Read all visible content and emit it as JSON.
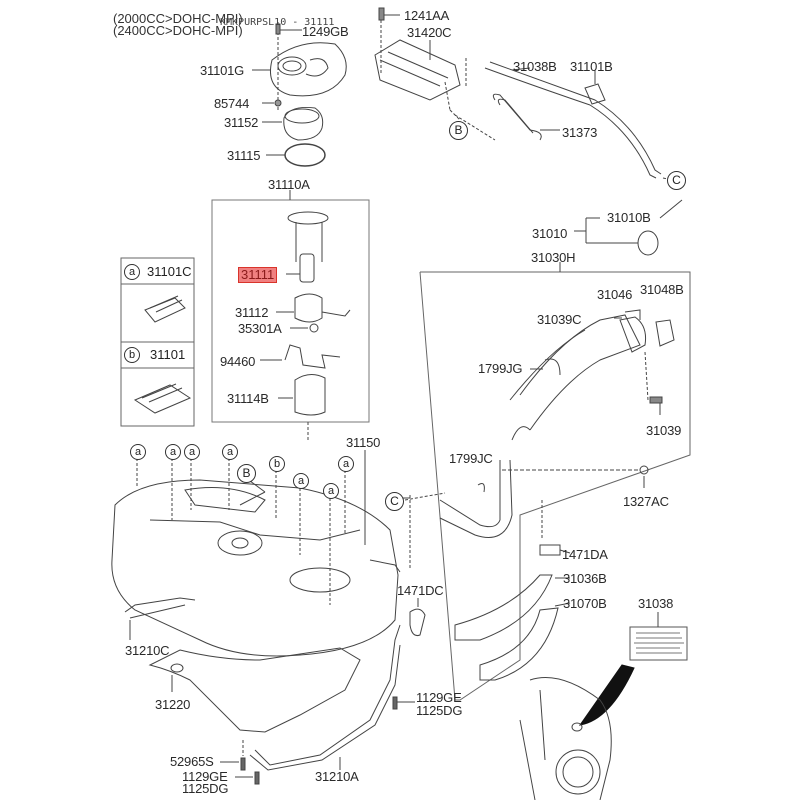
{
  "header": {
    "line1": "(2000CC>DOHC-MPI)",
    "line2": "(2400CC>DOHC-MPI)",
    "overlay_text": "KMKPURPSL10 - 31111"
  },
  "highlight": {
    "part": "31111",
    "color": "#f08080",
    "border": "#d9342b"
  },
  "legend": [
    {
      "marker": "a",
      "part": "31101C"
    },
    {
      "marker": "b",
      "part": "31101"
    }
  ],
  "callouts": {
    "B": "B",
    "C": "C",
    "a": "a",
    "b": "b"
  },
  "parts": {
    "p1249GB": "1249GB",
    "p31101G": "31101G",
    "p85744": "85744",
    "p31152": "31152",
    "p31115": "31115",
    "p31110A": "31110A",
    "p31111": "31111",
    "p31112": "31112",
    "p35301A": "35301A",
    "p94460": "94460",
    "p31114B": "31114B",
    "p1241AA": "1241AA",
    "p31420C": "31420C",
    "p31038B": "31038B",
    "p31101B": "31101B",
    "p31373": "31373",
    "p31010B": "31010B",
    "p31010": "31010",
    "p31030H": "31030H",
    "p31046": "31046",
    "p31048B": "31048B",
    "p31039C": "31039C",
    "p1799JG": "1799JG",
    "p31039": "31039",
    "p1799JC": "1799JC",
    "p1327AC": "1327AC",
    "p31150": "31150",
    "p1471DA": "1471DA",
    "p31036B": "31036B",
    "p31070B": "31070B",
    "p1471DC": "1471DC",
    "p31038": "31038",
    "p31210C": "31210C",
    "p31220": "31220",
    "p1129GE_a": "1129GE",
    "p1125DG_a": "1125DG",
    "p52965S": "52965S",
    "p1129GE_b": "1129GE",
    "p1125DG_b": "1125DG",
    "p31210A": "31210A"
  }
}
